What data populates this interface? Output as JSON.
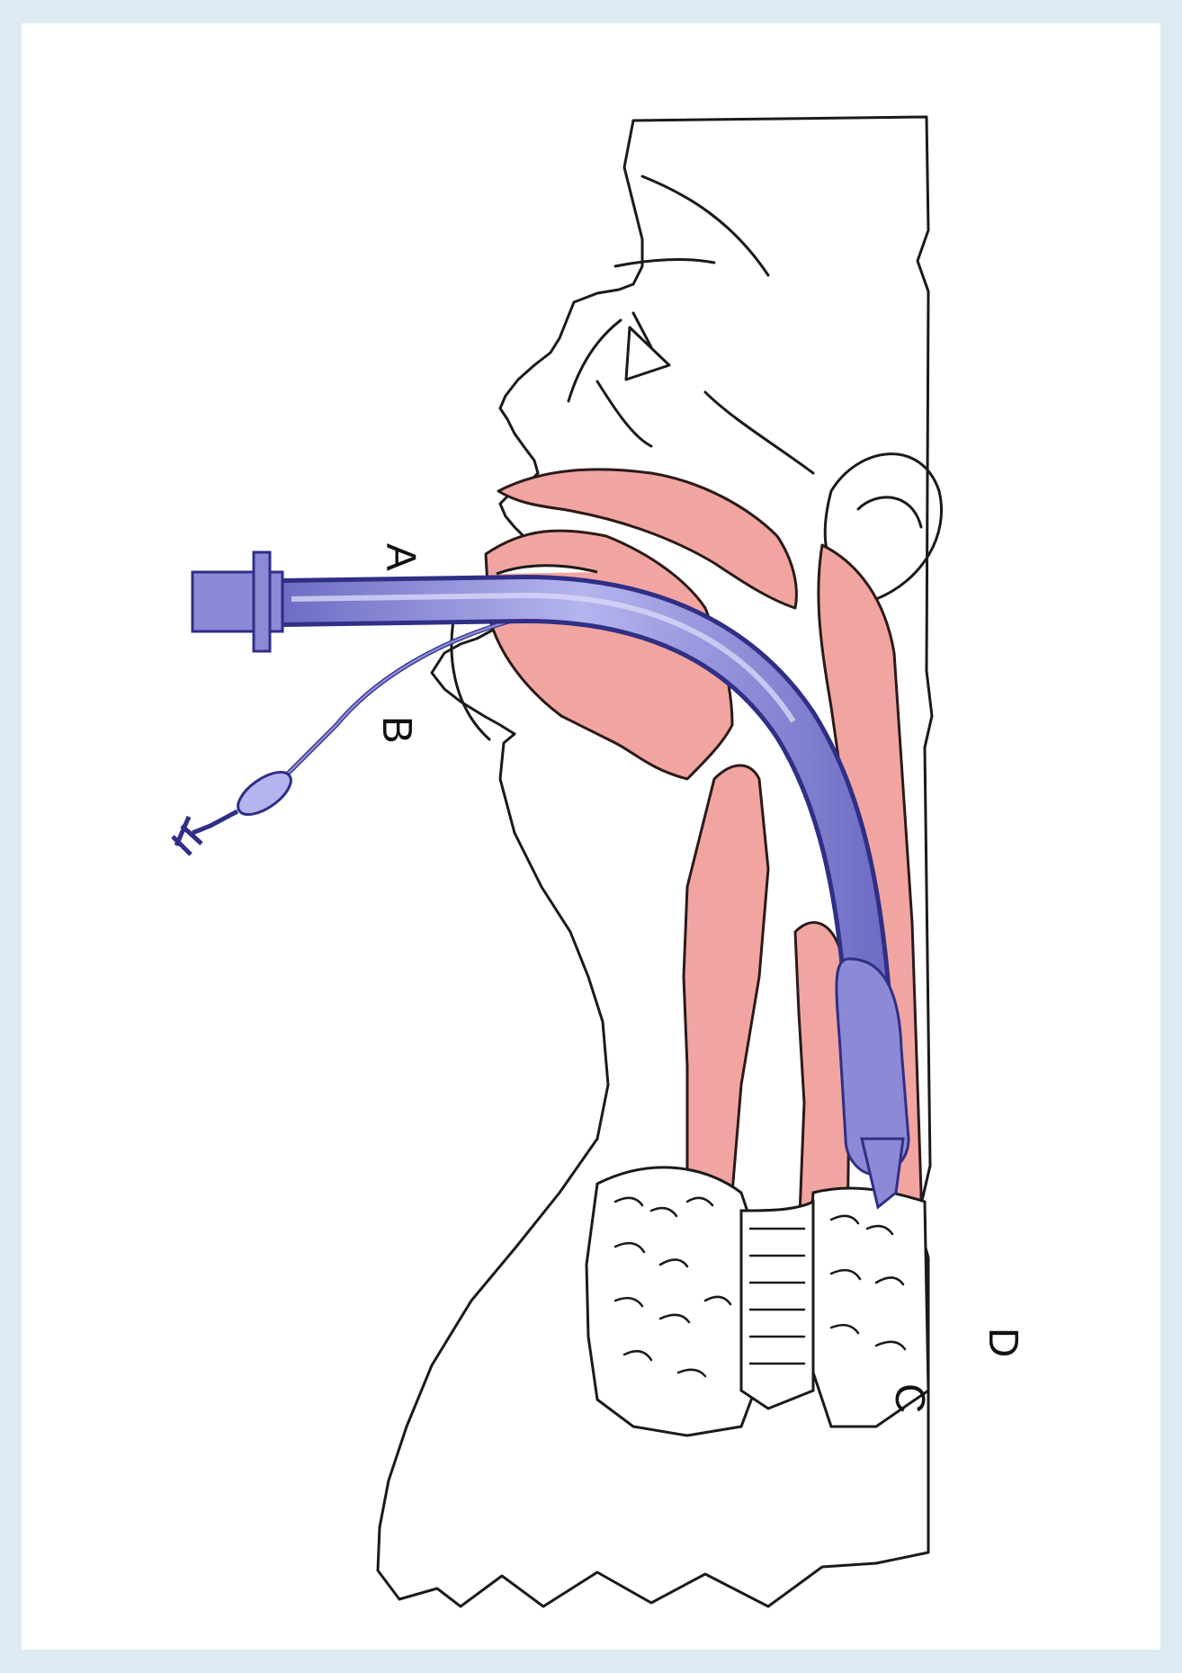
{
  "colors": {
    "background": "#dcebf1",
    "tissue": "#f2a5a0",
    "tube": "#8c8ad6",
    "tube_outline": "#2f2f86",
    "ink": "#1a1a1a"
  },
  "labels": {
    "a": "A",
    "b": "B",
    "c": "C",
    "d": "D"
  }
}
